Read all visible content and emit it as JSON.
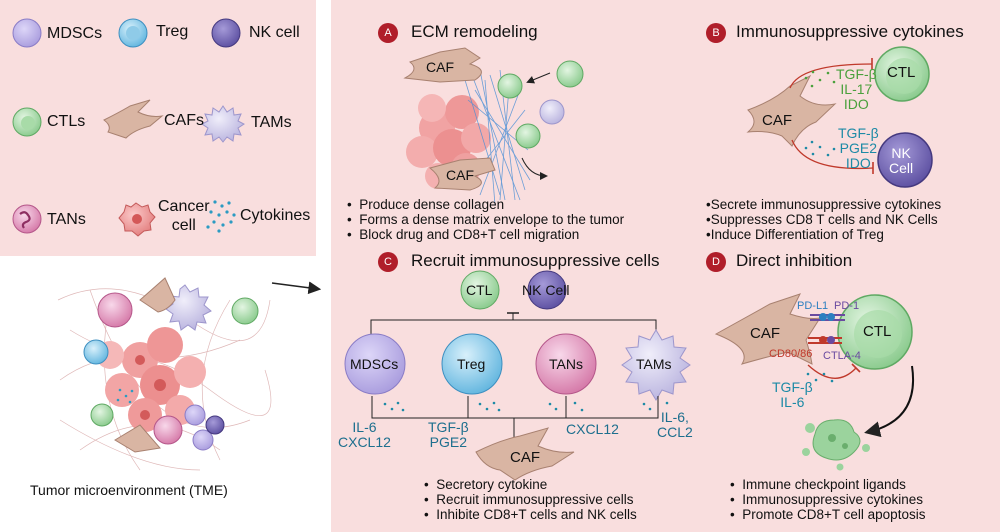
{
  "legend": {
    "mdscs": "MDSCs",
    "treg": "Treg",
    "nk": "NK cell",
    "ctls": "CTLs",
    "cafs": "CAFs",
    "tams": "TAMs",
    "tans": "TANs",
    "cancer": "Cancer\ncell",
    "cytokines": "Cytokines"
  },
  "tme_label": "Tumor microenvironment (TME)",
  "panels": {
    "a": {
      "badge": "A",
      "title": "ECM remodeling",
      "caf_top": "CAF",
      "caf_bottom": "CAF",
      "bullets": [
        "Produce dense collagen",
        "Forms a dense matrix envelope to the tumor",
        "Block drug and CD8+T cell migration"
      ]
    },
    "b": {
      "badge": "B",
      "title": "Immunosuppressive cytokines",
      "caf": "CAF",
      "ctl": "CTL",
      "nk": "NK\nCell",
      "cyto_top": "TGF-β\nIL-17\nIDO",
      "cyto_bottom": "TGF-β\nPGE2\nIDO",
      "bullets": [
        "Secrete immunosuppressive cytokines",
        "Suppresses CD8 T cells and NK Cells",
        "Induce Differentiation of Treg"
      ]
    },
    "c": {
      "badge": "C",
      "title": "Recruit immunosuppressive cells",
      "ctl": "CTL",
      "nk": "NK Cell",
      "mdscs": "MDSCs",
      "treg": "Treg",
      "tans": "TANs",
      "tams": "TAMs",
      "cyto_mdscs": "IL-6\nCXCL12",
      "cyto_treg": "TGF-β\nPGE2",
      "cyto_tans": "CXCL12",
      "cyto_tams": "IL-6,\nCCL2",
      "caf": "CAF",
      "bullets": [
        "Secretory cytokine",
        "Recruit immunosuppressive cells",
        "Inhibite CD8+T cells and NK cells"
      ]
    },
    "d": {
      "badge": "D",
      "title": "Direct inhibition",
      "caf": "CAF",
      "ctl": "CTL",
      "pdl1": "PD-L1",
      "pd1": "PD-1",
      "cd80": "CD80/86",
      "ctla4": "CTLA-4",
      "cyto": "TGF-β\nIL-6",
      "bullets": [
        "Immune checkpoint ligands",
        "Immunosuppressive cytokines",
        "Promote CD8+T cell apoptosis"
      ]
    }
  },
  "colors": {
    "panel_bg": "#f9dede",
    "badge": "#b01e2a",
    "cytokine_green": "#4aa03c",
    "cytokine_teal": "#1d8aa6",
    "inhibit_red": "#c0392b"
  }
}
